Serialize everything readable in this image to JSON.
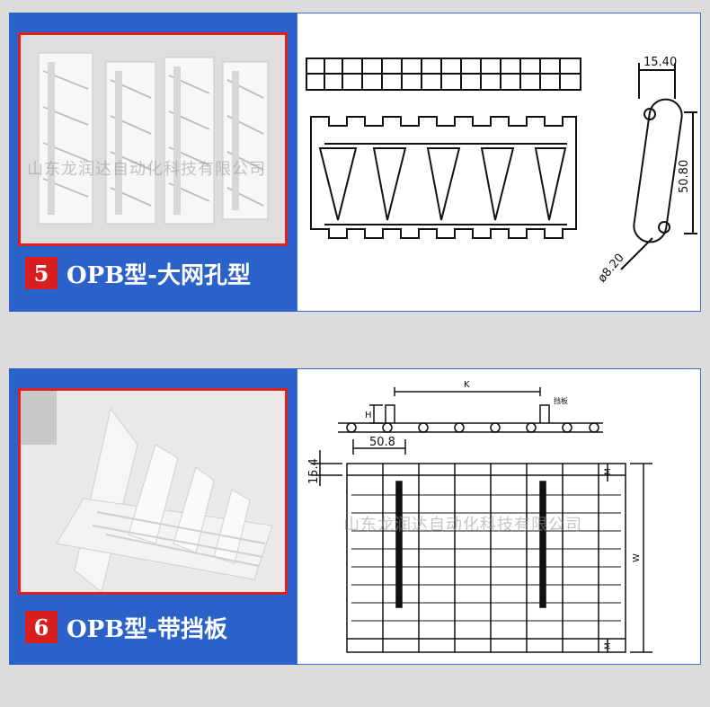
{
  "section1": {
    "number": "5",
    "caption": "OPB型-大网孔型",
    "watermark": "山东龙润达自动化科技有限公司",
    "dims": {
      "pitch_width": "15.40",
      "hole_distance": "50.80",
      "hole_diameter": "ø8.20"
    }
  },
  "section2": {
    "number": "6",
    "caption": "OPB型-带挡板",
    "watermark": "山东龙润达自动化科技有限公司",
    "dims": {
      "k": "K",
      "h": "H",
      "baffle": "挡板",
      "pitch": "50.8",
      "thickness": "15.4",
      "m_top": "M",
      "w": "W",
      "m_bottom": "M"
    }
  },
  "colors": {
    "panel_blue": "#2a62c9",
    "badge_red": "#d81e1e",
    "frame_red": "#e02020",
    "background": "#dcdcdc"
  }
}
